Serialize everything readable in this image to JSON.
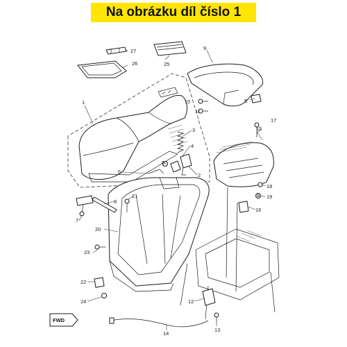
{
  "banner": {
    "title": "Na obrázku díl číslo 1",
    "background": "#ffe500"
  },
  "diagram": {
    "callouts": [
      "1",
      "2",
      "3",
      "4",
      "5",
      "5",
      "6",
      "7",
      "8",
      "9",
      "10",
      "11",
      "12",
      "13",
      "14",
      "15",
      "16",
      "17",
      "18",
      "19",
      "20",
      "21",
      "22",
      "23",
      "24",
      "25",
      "26",
      "27"
    ],
    "direction_label": "FWD"
  }
}
